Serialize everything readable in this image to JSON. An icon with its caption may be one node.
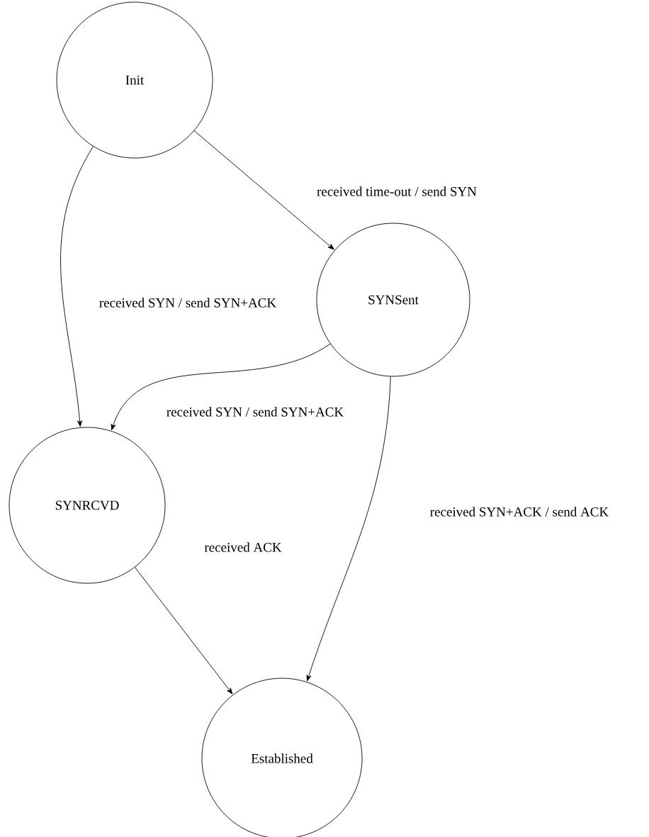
{
  "diagram": {
    "nodes": [
      {
        "text": [
          "Init"
        ]
      },
      {
        "text": [
          "SYNSent"
        ]
      },
      {
        "text": [
          "SYNRCVD"
        ]
      },
      {
        "text": [
          "Established"
        ]
      }
    ],
    "edges": [
      {
        "from": 0,
        "to": 1,
        "arrow": "to",
        "label": "received time-out / send SYN"
      },
      {
        "from": 0,
        "to": 2,
        "arrow": "to",
        "label": "received SYN / send SYN+ACK"
      },
      {
        "from": 1,
        "to": 2,
        "arrow": "to",
        "label": "received SYN / send SYN+ACK"
      },
      {
        "from": 1,
        "to": 3,
        "arrow": "to",
        "label": "received SYN+ACK / send ACK"
      },
      {
        "from": 2,
        "to": 3,
        "arrow": "to",
        "label": "received ACK"
      }
    ]
  }
}
